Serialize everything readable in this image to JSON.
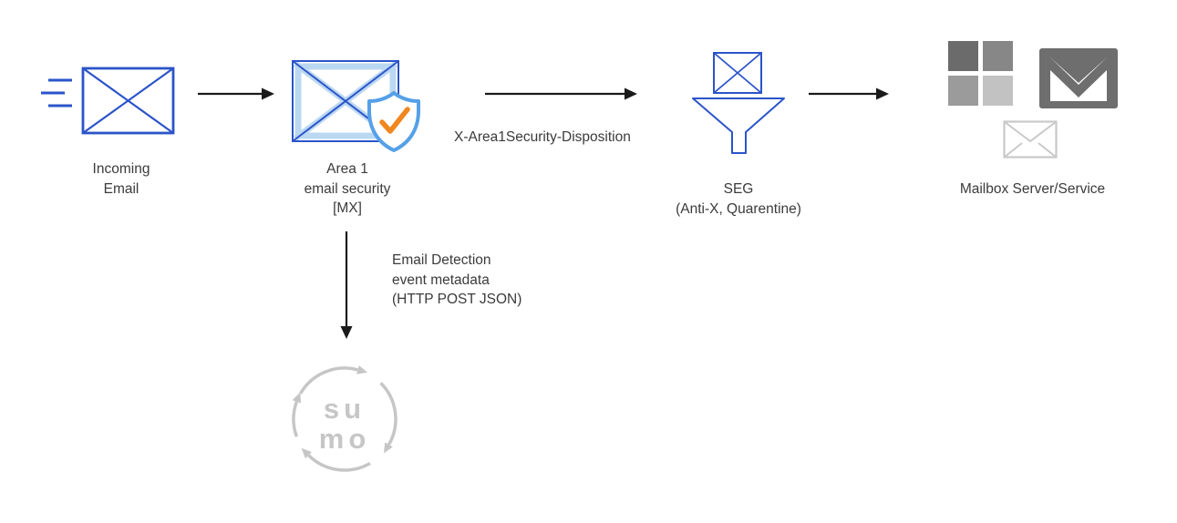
{
  "colors": {
    "blue": "#2B54C9",
    "light_blue": "#BBD8F2",
    "shield_blue": "#55A0E8",
    "orange": "#F0871E",
    "arrow": "#1A1A1A",
    "text": "#3B3B3B",
    "ms_grey_1": "#6B6B6B",
    "ms_grey_2": "#878787",
    "ms_grey_3": "#9B9B9B",
    "ms_grey_4": "#C2C2C2",
    "gmail_grey": "#6E6E6E",
    "envelope_grey": "#C9C9C9",
    "sumo_grey": "#C6C6C6"
  },
  "nodes": {
    "incoming": {
      "lines": [
        "Incoming",
        "Email"
      ]
    },
    "area1": {
      "lines": [
        "Area 1",
        "email security",
        "[MX]"
      ]
    },
    "seg": {
      "lines": [
        "SEG",
        "(Anti-X, Quarentine)"
      ]
    },
    "mailbox": {
      "lines": [
        "Mailbox Server/Service"
      ]
    },
    "sumo": {
      "word_top": "su",
      "word_bottom": "mo"
    }
  },
  "edges": {
    "disposition_label": "X-Area1Security-Disposition",
    "detection_lines": [
      "Email Detection",
      "event metadata",
      "(HTTP POST JSON)"
    ]
  },
  "icons": {
    "incoming": "incoming-email-envelope-icon",
    "area1": "envelope-shield-check-icon",
    "seg": "envelope-funnel-icon",
    "mailbox_1": "microsoft-logo-icon",
    "mailbox_2": "gmail-envelope-icon",
    "mailbox_3": "small-envelope-icon",
    "sumo": "sumo-logic-logo-icon"
  }
}
